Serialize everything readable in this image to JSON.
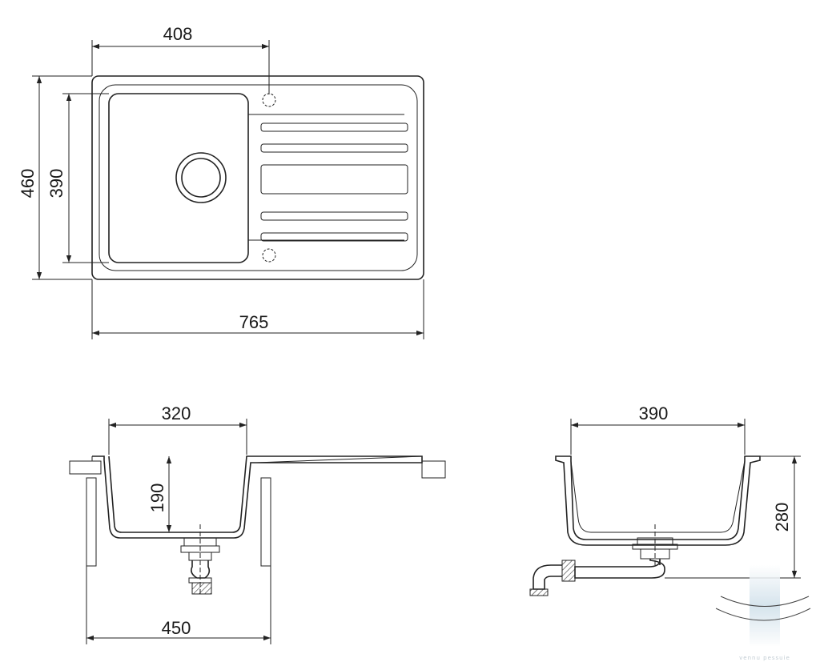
{
  "dimensions": {
    "top_view": {
      "bowl_width_offset": "408",
      "overall_depth": "460",
      "bowl_depth": "390",
      "overall_width": "765"
    },
    "side_section": {
      "bowl_width": "320",
      "bowl_depth": "190",
      "cabinet_width": "450"
    },
    "end_section": {
      "bowl_width": "390",
      "overall_height": "280"
    }
  },
  "watermark": {
    "text": "vennu pessuie"
  },
  "colors": {
    "line": "#222222",
    "watermark": "#cfe0ea"
  }
}
